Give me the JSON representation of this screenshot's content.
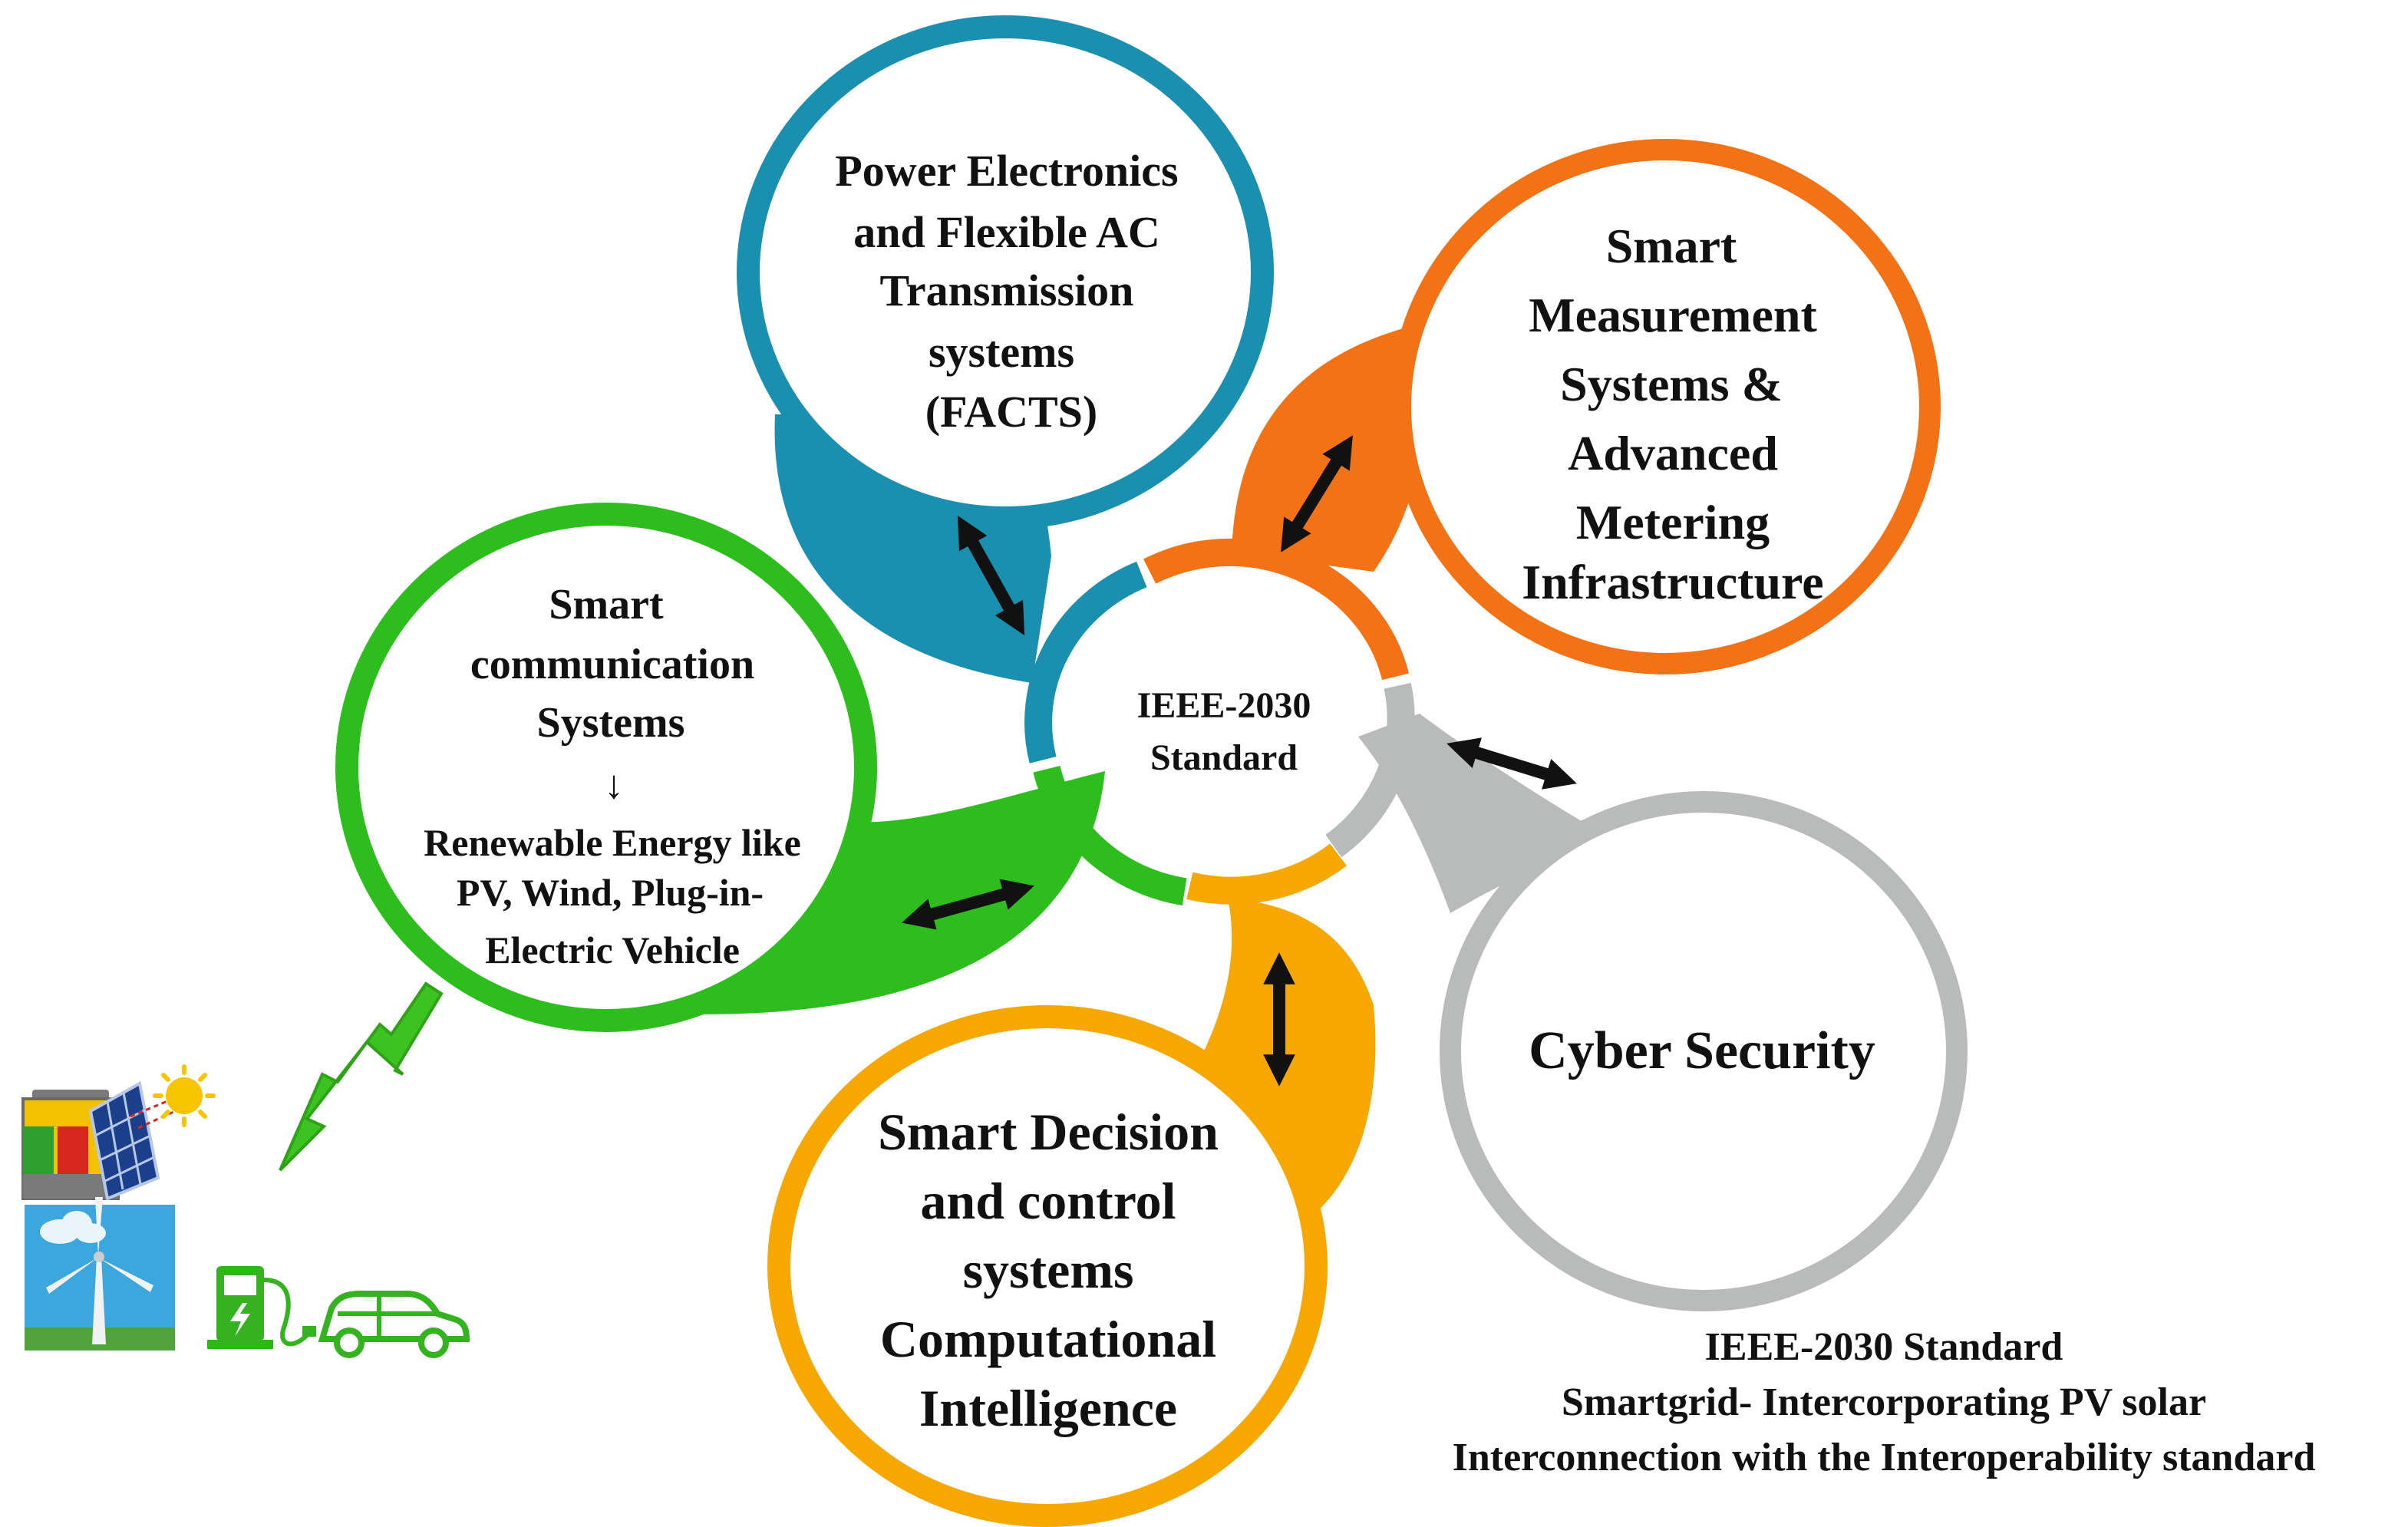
{
  "center": {
    "lines": [
      "IEEE-2030",
      "Standard"
    ]
  },
  "nodes": {
    "facts": {
      "lines": [
        "Power Electronics",
        "and Flexible AC",
        "Transmission",
        "systems",
        "(FACTS)"
      ],
      "color": "#1A8FB0"
    },
    "metering": {
      "lines": [
        "Smart",
        "Measurement",
        "Systems &",
        "Advanced",
        "Metering",
        "Infrastructure"
      ],
      "color": "#F47216"
    },
    "communication": {
      "lines": [
        "Smart",
        "communication",
        "Systems"
      ],
      "arrow": "↓",
      "sub_lines": [
        "Renewable Energy like",
        "PV, Wind, Plug-in-",
        "Electric Vehicle"
      ],
      "color": "#2DBE1E"
    },
    "cyber": {
      "lines": [
        "Cyber Security"
      ],
      "color": "#B9BABA"
    },
    "decision": {
      "lines": [
        "Smart Decision",
        "and control",
        "systems",
        "Computational",
        "Intelligence"
      ],
      "color": "#F6A800"
    }
  },
  "caption": {
    "lines": [
      "IEEE-2030 Standard",
      "Smartgrid- Intercorporating PV solar",
      "Interconnection with the Interoperability standard"
    ]
  },
  "icons": [
    "lightning-bolt-icon",
    "battery-icon",
    "solar-panel-icon",
    "sun-icon",
    "wind-turbine-icon",
    "cloud-icon",
    "ev-charger-icon",
    "electric-car-icon"
  ]
}
